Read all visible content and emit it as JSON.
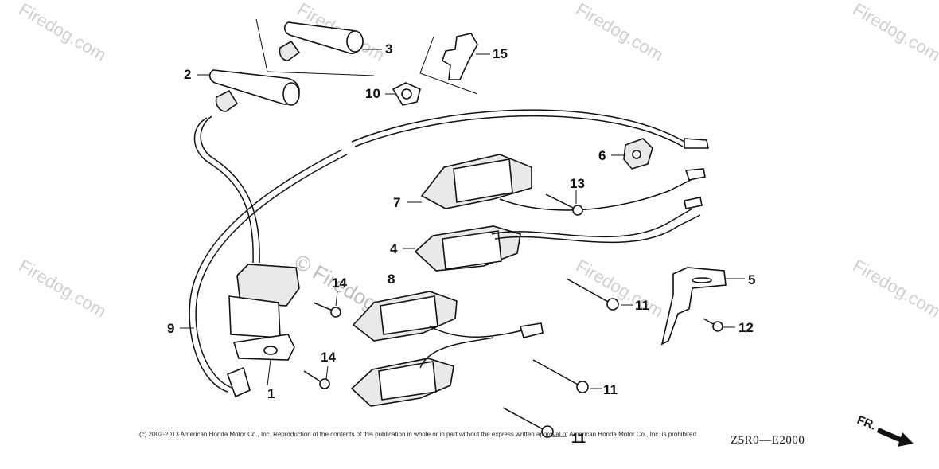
{
  "watermarks": {
    "site": "Firedog.com",
    "center_mark": "© Firedog.com"
  },
  "callouts": {
    "c1": "1",
    "c2": "2",
    "c3": "3",
    "c4": "4",
    "c5": "5",
    "c6": "6",
    "c7": "7",
    "c8": "8",
    "c9": "9",
    "c10": "10",
    "c11a": "11",
    "c11b": "11",
    "c11c": "11",
    "c12": "12",
    "c13": "13",
    "c14a": "14",
    "c14b": "14",
    "c15": "15"
  },
  "footer": {
    "copyright": "(c) 2002-2013 American Honda Motor Co., Inc. Reproduction of the contents of this publication in whole or in part without the express written approval of American Honda Motor Co., Inc. is prohibited.",
    "diagram_code": "Z5R0—E2000",
    "direction": "FR."
  },
  "colors": {
    "line": "#111111",
    "watermark": "#cfcfcf",
    "background": "#ffffff"
  }
}
